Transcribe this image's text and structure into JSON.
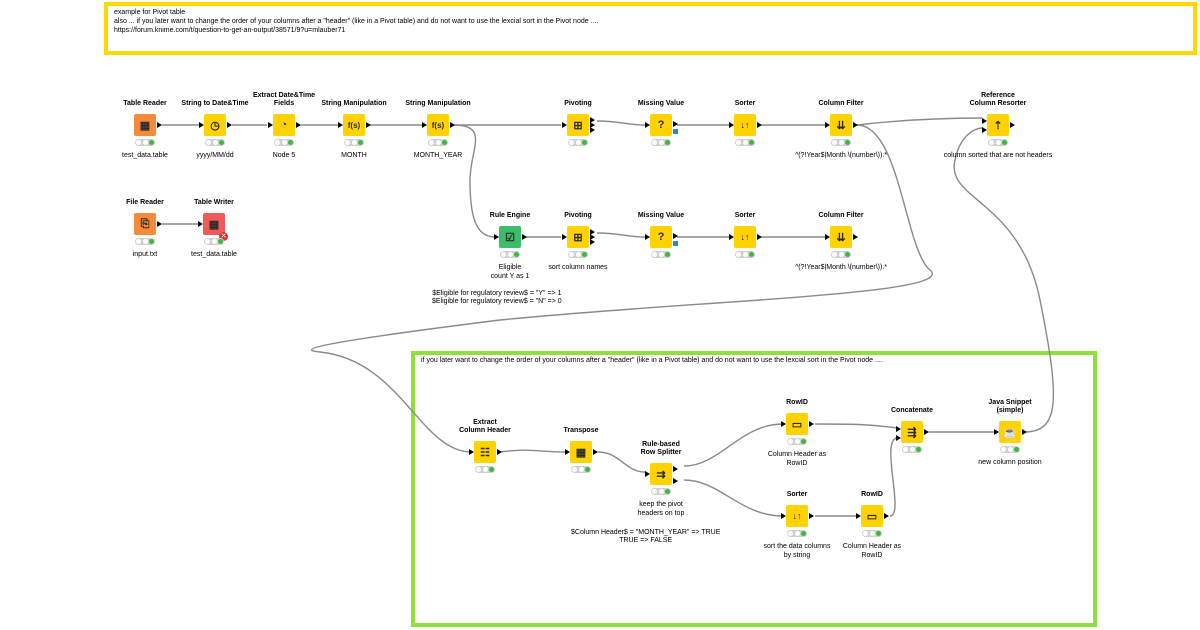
{
  "annotations": {
    "top": {
      "lines": [
        "example for Pivot table",
        "also ... if you later want to change the order of your columns after a \"header\" (like in a Pivot table) and do not want to use the lexcial sort in the Pivot node ....",
        "https://forum.knime.com/t/question-to-get-an-output/38571/9?u=mlauber71"
      ],
      "border_color": "#ffd800"
    },
    "green": {
      "lines": [
        "if you later want to change the order of your columns after a \"header\" (like in a Pivot table) and do not want to use the lexcial sort in the Pivot node ...."
      ],
      "border_color": "#8fe03a"
    }
  },
  "nodes": {
    "table_reader": {
      "title": "Table Reader",
      "label": "test_data.table",
      "icon": "table-reader-icon",
      "color": "orange"
    },
    "string_to_date": {
      "title": "String to Date&Time",
      "label": "yyyy/MM/dd",
      "icon": "clock-icon",
      "color": "yellow"
    },
    "extract_date": {
      "title": "Extract Date&Time\nFields",
      "label": "Node 5",
      "icon": "date-extract-icon",
      "color": "yellow"
    },
    "string_manip_1": {
      "title": "String Manipulation",
      "label": "MONTH",
      "icon": "string-manipulation-icon",
      "color": "yellow",
      "glyph": "f(s)"
    },
    "string_manip_2": {
      "title": "String Manipulation",
      "label": "MONTH_YEAR",
      "icon": "string-manipulation-icon",
      "color": "yellow",
      "glyph": "f(s)"
    },
    "pivoting_1": {
      "title": "Pivoting",
      "label": "",
      "icon": "pivot-icon",
      "color": "yellow"
    },
    "missing_value_1": {
      "title": "Missing Value",
      "label": "",
      "icon": "question-icon",
      "color": "yellow",
      "glyph": "?"
    },
    "sorter_1": {
      "title": "Sorter",
      "label": "",
      "icon": "sort-icon",
      "color": "yellow",
      "glyph": "↓↑"
    },
    "column_filter_1": {
      "title": "Column Filter",
      "label": "^(?!Year$|Month \\(number\\)).*",
      "icon": "column-filter-icon",
      "color": "yellow"
    },
    "reference_resorter": {
      "title": "Reference\nColumn Resorter",
      "label": "column sorted that are not headers",
      "icon": "resorter-icon",
      "color": "yellow"
    },
    "file_reader": {
      "title": "File Reader",
      "label": "input.txt",
      "icon": "file-reader-icon",
      "color": "orange"
    },
    "table_writer": {
      "title": "Table Writer",
      "label": "test_data.table",
      "icon": "table-writer-icon",
      "color": "red"
    },
    "rule_engine": {
      "title": "Rule Engine",
      "label": "Eligible\ncount Y as 1",
      "icon": "rule-engine-icon",
      "color": "green"
    },
    "pivoting_2": {
      "title": "Pivoting",
      "label": "sort column names",
      "icon": "pivot-icon",
      "color": "yellow"
    },
    "missing_value_2": {
      "title": "Missing Value",
      "label": "",
      "icon": "question-icon",
      "color": "yellow",
      "glyph": "?"
    },
    "sorter_2": {
      "title": "Sorter",
      "label": "",
      "icon": "sort-icon",
      "color": "yellow",
      "glyph": "↓↑"
    },
    "column_filter_2": {
      "title": "Column Filter",
      "label": "^(?!Year$|Month \\(number\\)).*",
      "icon": "column-filter-icon",
      "color": "yellow"
    },
    "extract_header": {
      "title": "Extract\nColumn Header",
      "label": "",
      "icon": "header-icon",
      "color": "yellow"
    },
    "transpose": {
      "title": "Transpose",
      "label": "",
      "icon": "transpose-icon",
      "color": "yellow"
    },
    "row_splitter": {
      "title": "Rule-based\nRow Splitter",
      "label": "keep the pivot\nheaders on top",
      "icon": "row-splitter-icon",
      "color": "yellow"
    },
    "rowid_1": {
      "title": "RowID",
      "label": "Column Header as\nRowID",
      "icon": "rowid-icon",
      "color": "yellow"
    },
    "sorter_3": {
      "title": "Sorter",
      "label": "sort the data columns\nby string",
      "icon": "sort-icon",
      "color": "yellow",
      "glyph": "↓↑"
    },
    "rowid_2": {
      "title": "RowID",
      "label": "Column Header as\nRowID",
      "icon": "rowid-icon",
      "color": "yellow"
    },
    "concatenate": {
      "title": "Concatenate",
      "label": "",
      "icon": "concatenate-icon",
      "color": "yellow"
    },
    "java_snippet": {
      "title": "Java Snippet\n(simple)",
      "label": "new column position",
      "icon": "java-snippet-icon",
      "color": "yellow"
    }
  },
  "free_text": {
    "rule_engine_rules": "$Eligible for regulatory review$ = \"Y\" => 1\n$Eligible for regulatory review$ = \"N\" => 0",
    "splitter_rules": "$Column Header$ = \"MONTH_YEAR\" => TRUE\nTRUE => FALSE"
  }
}
